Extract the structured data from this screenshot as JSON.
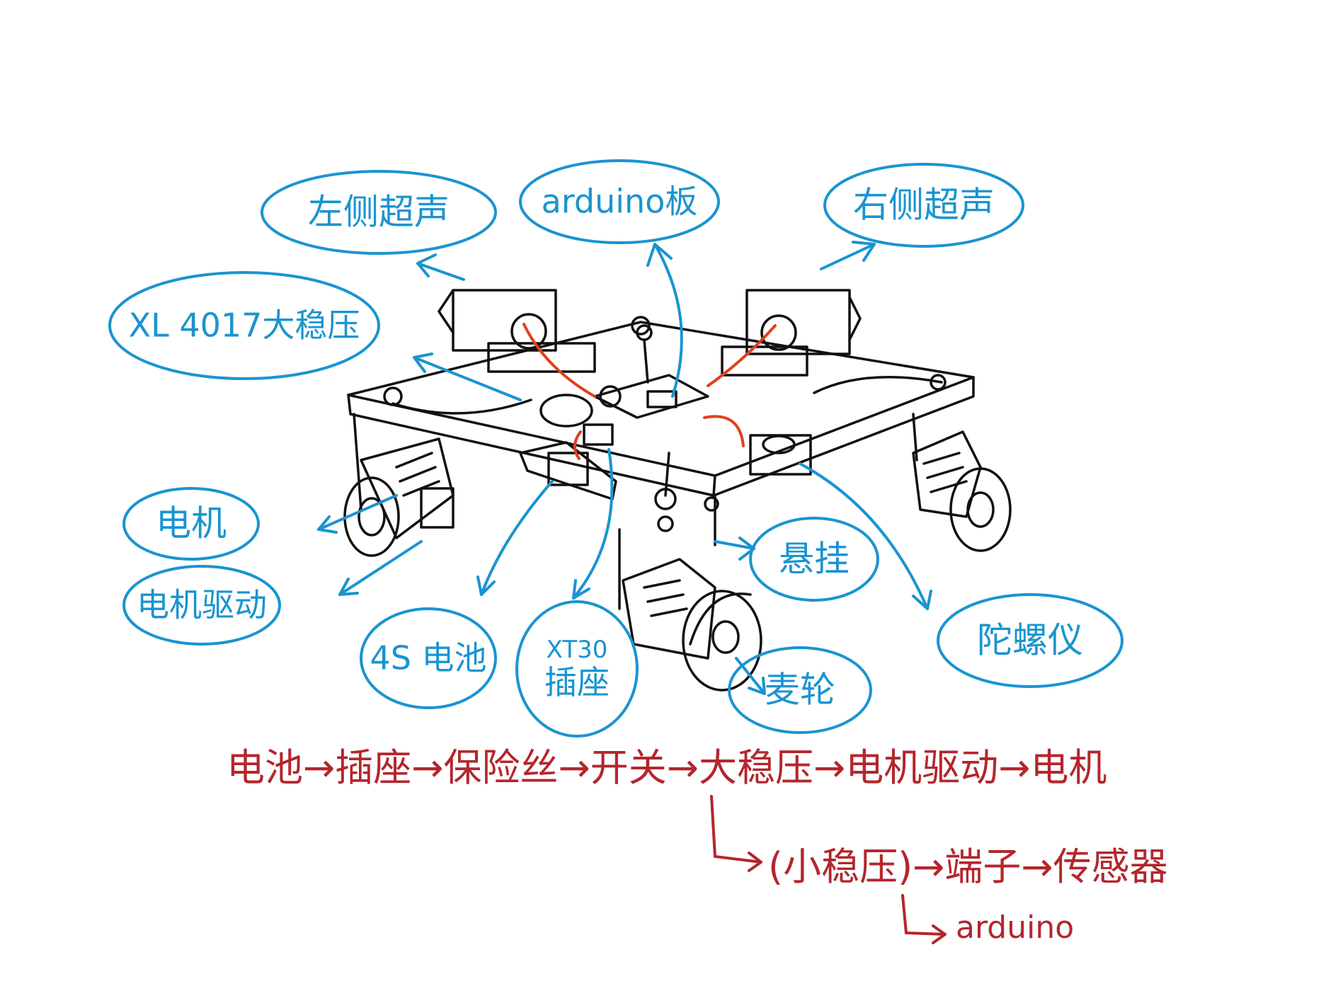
{
  "colors": {
    "ink": "#111111",
    "callout": "#1a94d0",
    "flow": "#b3262c",
    "wire": "#e0401c"
  },
  "labels": {
    "left_ultrasonic": "左侧超声",
    "arduino_board": "arduino板",
    "right_ultrasonic": "右侧超声",
    "xl_regulator": "XL 4017大稳压",
    "motor": "电机",
    "motor_driver": "电机驱动",
    "battery": "4S 电池",
    "xt30_line1": "XT30",
    "xt30_line2": "插座",
    "suspension": "悬挂",
    "gyroscope": "陀螺仪",
    "mecanum_wheel": "麦轮"
  },
  "flow": {
    "main_chain": "电池→插座→保险丝→开关→大稳压→电机驱动→电机",
    "branch_chain": "(小稳压)→端子→传感器",
    "sub_branch": "arduino"
  }
}
